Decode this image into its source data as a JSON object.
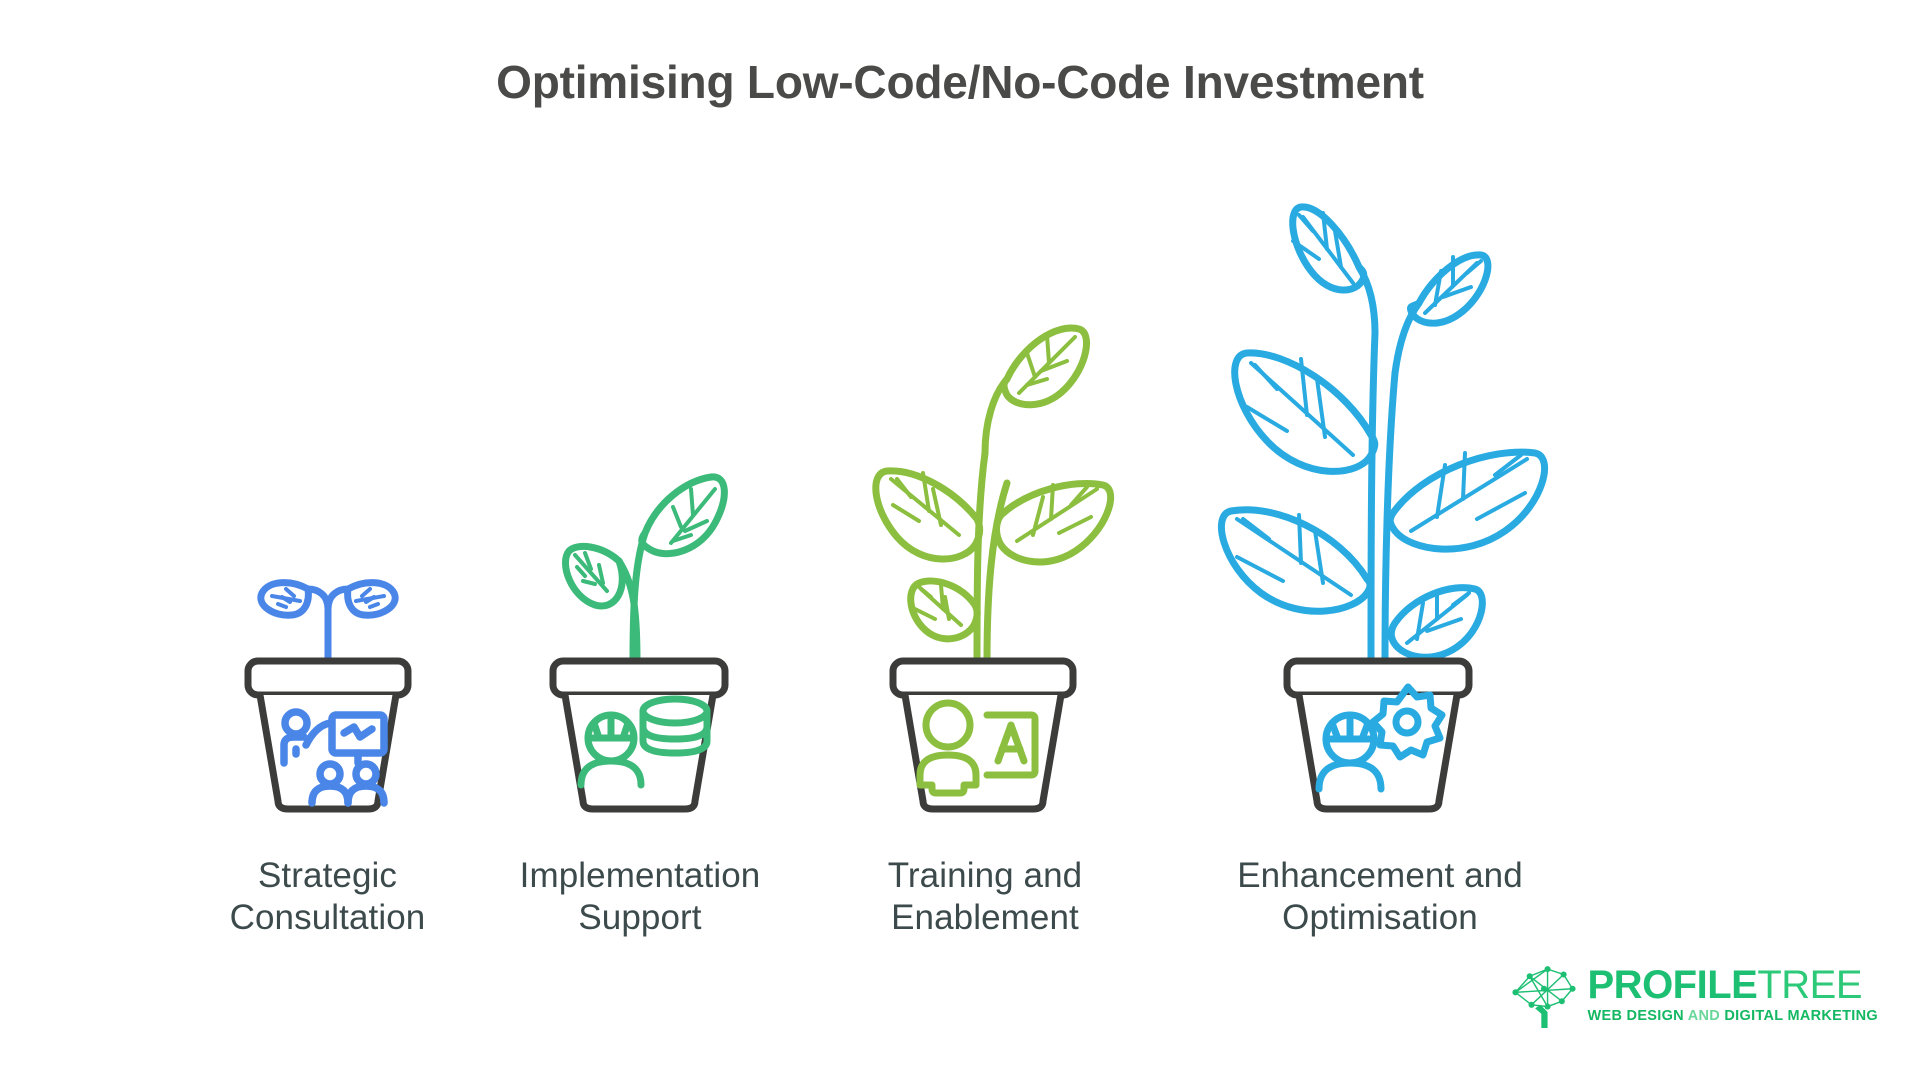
{
  "title": "Optimising Low-Code/No-Code Investment",
  "background_color": "#ffffff",
  "title_color": "#4a4a48",
  "label_color": "#3c4a4c",
  "pot_color": "#3c3c3b",
  "stages": [
    {
      "label_line1": "Strategic",
      "label_line2": "Consultation",
      "plant_color": "#4a86e8",
      "icon_color": "#4a86e8",
      "icon_name": "presentation-training-icon",
      "growth_stage": "sprout",
      "leaf_count": 2
    },
    {
      "label_line1": "Implementation",
      "label_line2": "Support",
      "plant_color": "#3cba79",
      "icon_color": "#3cba79",
      "icon_name": "worker-database-icon",
      "growth_stage": "seedling",
      "leaf_count": 2
    },
    {
      "label_line1": "Training and",
      "label_line2": "Enablement",
      "plant_color": "#8cbf3f",
      "icon_color": "#8cbf3f",
      "icon_name": "person-letter-board-icon",
      "growth_stage": "young-plant",
      "leaf_count": 4
    },
    {
      "label_line1": "Enhancement and",
      "label_line2": "Optimisation",
      "plant_color": "#29abe2",
      "icon_color": "#29abe2",
      "icon_name": "worker-gear-icon",
      "growth_stage": "mature-plant",
      "leaf_count": 6
    }
  ],
  "logo": {
    "word_bold": "PROFILE",
    "word_light": "TREE",
    "tagline_strong_1": "WEB DESIGN ",
    "tagline_soft": "AND ",
    "tagline_strong_2": "DIGITAL MARKETING",
    "brand_color": "#1DBF73",
    "mark_name": "network-tree-logo-icon"
  }
}
